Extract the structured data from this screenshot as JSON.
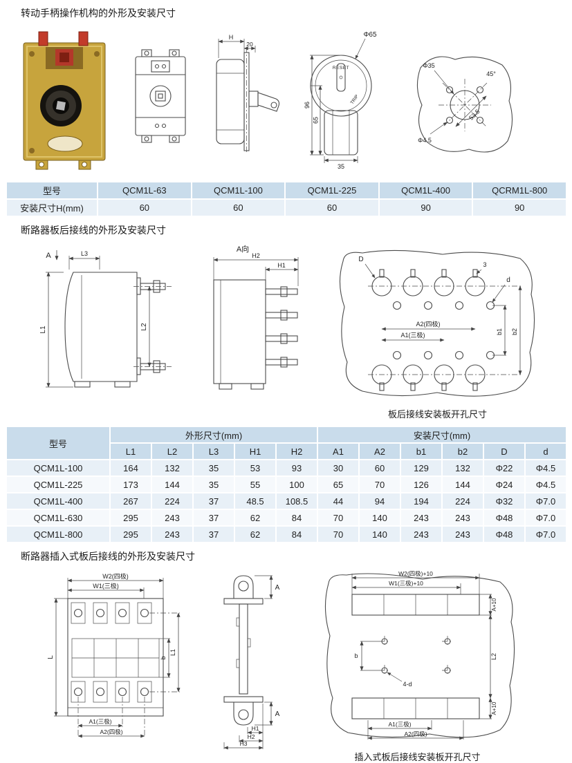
{
  "s1": {
    "title": "转动手柄操作机构的外形及安装尺寸",
    "d_side": {
      "H": "H",
      "n20": "20"
    },
    "d_handle": {
      "phi65": "Φ65",
      "reset": "RESET",
      "trip": "TRIP",
      "n96": "96",
      "n65": "65",
      "n35": "35"
    },
    "d_template": {
      "phi35": "Φ35",
      "angle": "45°",
      "phi45": "Φ4.5",
      "n535": "53.5"
    },
    "table": {
      "model_header": "型号",
      "models": [
        "QCM1L-63",
        "QCM1L-100",
        "QCM1L-225",
        "QCM1L-400",
        "QCRM1L-800"
      ],
      "row_label": "安装尺寸H(mm)",
      "values": [
        "60",
        "60",
        "60",
        "90",
        "90"
      ]
    }
  },
  "s2": {
    "title": "断路器板后接线的外形及安装尺寸",
    "caption": "板后接线安装板开孔尺寸",
    "d_side": {
      "A": "A",
      "L3": "L3",
      "L1": "L1",
      "L2": "L2"
    },
    "d_rear": {
      "view": "A向",
      "H2": "H2",
      "H1": "H1"
    },
    "d_template": {
      "D": "D",
      "n3": "3",
      "d": "d",
      "A2": "A2(四极)",
      "A1": "A1(三极)",
      "b1": "b1",
      "b2": "b2"
    },
    "table": {
      "model_header": "型号",
      "outline_group": "外形尺寸(mm)",
      "mount_group": "安装尺寸(mm)",
      "columns": [
        "L1",
        "L2",
        "L3",
        "H1",
        "H2",
        "A1",
        "A2",
        "b1",
        "b2",
        "D",
        "d"
      ],
      "rows": [
        {
          "model": "QCM1L-100",
          "v": [
            "164",
            "132",
            "35",
            "53",
            "93",
            "30",
            "60",
            "129",
            "132",
            "Φ22",
            "Φ4.5"
          ]
        },
        {
          "model": "QCM1L-225",
          "v": [
            "173",
            "144",
            "35",
            "55",
            "100",
            "65",
            "70",
            "126",
            "144",
            "Φ24",
            "Φ4.5"
          ]
        },
        {
          "model": "QCM1L-400",
          "v": [
            "267",
            "224",
            "37",
            "48.5",
            "108.5",
            "44",
            "94",
            "194",
            "224",
            "Φ32",
            "Φ7.0"
          ]
        },
        {
          "model": "QCM1L-630",
          "v": [
            "295",
            "243",
            "37",
            "62",
            "84",
            "70",
            "140",
            "243",
            "243",
            "Φ48",
            "Φ7.0"
          ]
        },
        {
          "model": "QCM1L-800",
          "v": [
            "295",
            "243",
            "37",
            "62",
            "84",
            "70",
            "140",
            "243",
            "243",
            "Φ48",
            "Φ7.0"
          ]
        }
      ]
    }
  },
  "s3": {
    "title": "断路器插入式板后接线的外形及安装尺寸",
    "caption": "插入式板后接线安装板开孔尺寸",
    "d_front": {
      "W2": "W2(四极)",
      "W1": "W1(三极)",
      "b": "b",
      "L1": "L1",
      "L": "L",
      "A1": "A1(三极)",
      "A2": "A2(四极)"
    },
    "d_side": {
      "A_top": "A",
      "A_bottom": "A",
      "H1": "H1",
      "H2": "H2",
      "H3": "H3"
    },
    "d_template": {
      "W2p": "W2(四极)+10",
      "W1p": "W1(三极)+10",
      "Ap_top": "A+10",
      "b": "b",
      "holes": "4-d",
      "L2": "L2",
      "Ap_bottom": "A+10",
      "A1": "A1(三极)",
      "A2": "A2(四极)"
    }
  }
}
